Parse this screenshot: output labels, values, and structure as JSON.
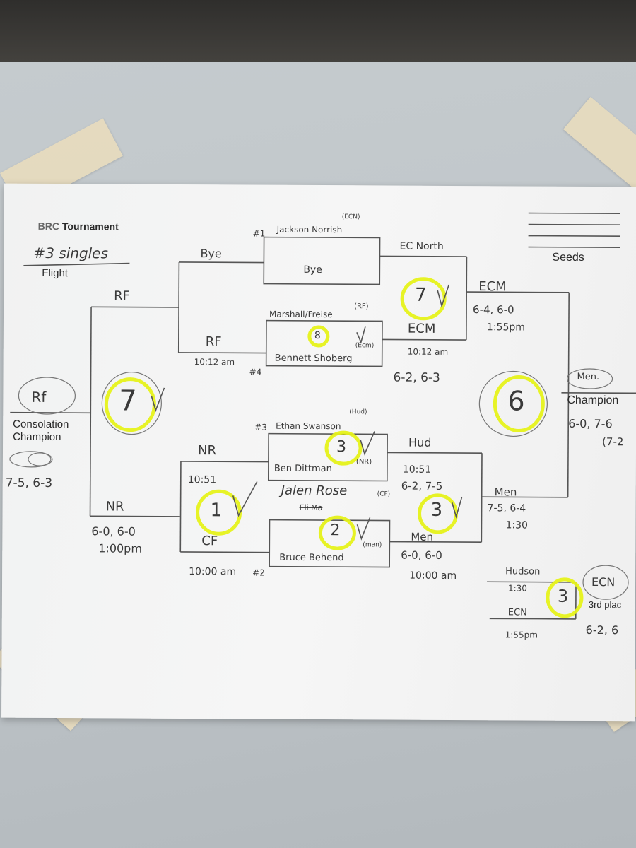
{
  "header": {
    "brand": "BRC",
    "title": "Tournament",
    "event": "#3 singles",
    "flight": "Flight",
    "seeds": "Seeds"
  },
  "seeds": {
    "s1": "#1",
    "s4": "#4",
    "s3": "#3",
    "s2": "#2"
  },
  "draw": {
    "m1_top_name": "Jackson Norrish",
    "m1_top_team": "(ECN)",
    "m1_bottom": "Bye",
    "m2_top_name": "Marshall/Freise",
    "m2_top_team": "(RF)",
    "m2_bottom_name": "Bennett Shoberg",
    "m2_bottom_team": "(Ecm)",
    "m3_top_name": "Ethan Swanson",
    "m3_top_team": "(Hud)",
    "m3_bottom_name": "Ben Dittman",
    "m3_bottom_team": "(NR)",
    "m4_top_name": "Jalen Rose",
    "m4_top_team": "(CF)",
    "m4_crossed": "Eli Ma",
    "m4_bottom_name": "Bruce Behend",
    "m4_bottom_team": "(man)",
    "m2_circled": "8",
    "m3_circled": "3",
    "m4_circled": "2"
  },
  "round1_left": {
    "bye": "Bye",
    "rf": "RF",
    "rf_time": "10:12 am",
    "nr": "NR",
    "nr_time": "10:51",
    "cf": "CF",
    "cf_time": "10:00 am",
    "circled_1": "1"
  },
  "round1_right": {
    "ec_north": "EC North",
    "ecm": "ECM",
    "ecm_time": "10:12 am",
    "ecm_score": "6-2, 6-3",
    "hud": "Hud",
    "hud_time": "10:51",
    "hud_score": "6-2, 7-5",
    "men": "Men",
    "men_score": "6-0, 6-0",
    "men_time": "10:00 am",
    "circled_7": "7",
    "circled_3": "3"
  },
  "consolation": {
    "rf": "RF",
    "nr": "NR",
    "nr_score": "6-0, 6-0",
    "nr_time": "1:00pm",
    "circled": "7",
    "winner": "Rf",
    "label1": "Consolation",
    "label2": "Champion",
    "score": "7-5, 6-3"
  },
  "semis_right": {
    "ecm": "ECM",
    "ecm_score": "6-4, 6-0",
    "ecm_time": "1:55pm",
    "men": "Men",
    "men_score": "7-5, 6-4",
    "men_time": "1:30",
    "circled": "6"
  },
  "final": {
    "winner": "Men.",
    "label": "Champion",
    "score": "6-0, 7-6",
    "tiebreak": "(7-2"
  },
  "third_place": {
    "hudson": "Hudson",
    "hudson_time": "1:30",
    "ecn": "ECN",
    "ecn_time": "1:55pm",
    "circled": "3",
    "winner": "ECN",
    "label": "3rd plac",
    "score": "6-2, 6"
  },
  "colors": {
    "highlighter": "#e6f21a",
    "ink": "#3a3a3a",
    "tape": "#e7dbbe"
  }
}
